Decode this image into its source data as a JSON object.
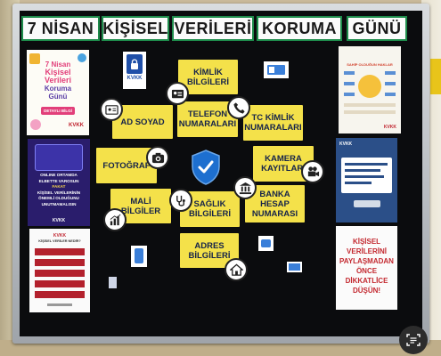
{
  "title_words": [
    "7 NİSAN",
    "KİŞİSEL",
    "VERİLERİ",
    "KORUMA",
    "GÜNÜ"
  ],
  "cards": {
    "kimlik": [
      "KİMLİK",
      "BİLGİLERİ"
    ],
    "ad_soyad": [
      "AD SOYAD"
    ],
    "telefon": [
      "TELEFON",
      "NUMARALARI"
    ],
    "tc_kimlik": [
      "TC KİMLİK",
      "NUMARALARI"
    ],
    "fotograf": [
      "FOTOĞRAF"
    ],
    "kamera": [
      "KAMERA",
      "KAYITLARI"
    ],
    "mali": [
      "MALİ",
      "BİLGİLER"
    ],
    "saglik": [
      "SAĞLIK",
      "BİLGİLERİ"
    ],
    "banka": [
      "BANKA HESAP",
      "NUMARASI"
    ],
    "adres": [
      "ADRES",
      "BİLGİLERİ"
    ]
  },
  "posters": {
    "left_top": {
      "lines": [
        "7 Nisan",
        "Kişisel",
        "Verileri",
        "Koruma",
        "Günü"
      ],
      "button": "DETAYLI BİLGİ",
      "logo": "KVKK"
    },
    "left_middle": {
      "lines": [
        "ONLINE ORTAMDA",
        "ELBETTE VAROSUN",
        "FAKAT",
        "KİŞİSEL VERİLERİNİN",
        "ÖNEMLİ OLDUĞUNU",
        "UNUTMAMALISIN"
      ],
      "logo": "KVKK"
    },
    "left_bottom": {
      "logo": "KVKK",
      "heading": "KİŞİSEL VERİLER NEDİR?"
    },
    "center_logo": {
      "text": "KVKK"
    },
    "right_top": {
      "heading": "SAHİP OLDUĞUN HAKLAR",
      "logo": "KVKK"
    },
    "right_middle": {
      "logo": "KVKK"
    },
    "right_bottom": {
      "lines": [
        "KİŞİSEL",
        "VERİLERİNİ",
        "PAYLAŞMADAN",
        "ÖNCE",
        "DİKKATLİCE",
        "DÜŞÜN!"
      ]
    }
  },
  "colors": {
    "board": "#0b0c0e",
    "card": "#f4e14a",
    "card_text": "#15234a",
    "title_border": "#1e8c4b",
    "shield": "#1d6fcf"
  }
}
